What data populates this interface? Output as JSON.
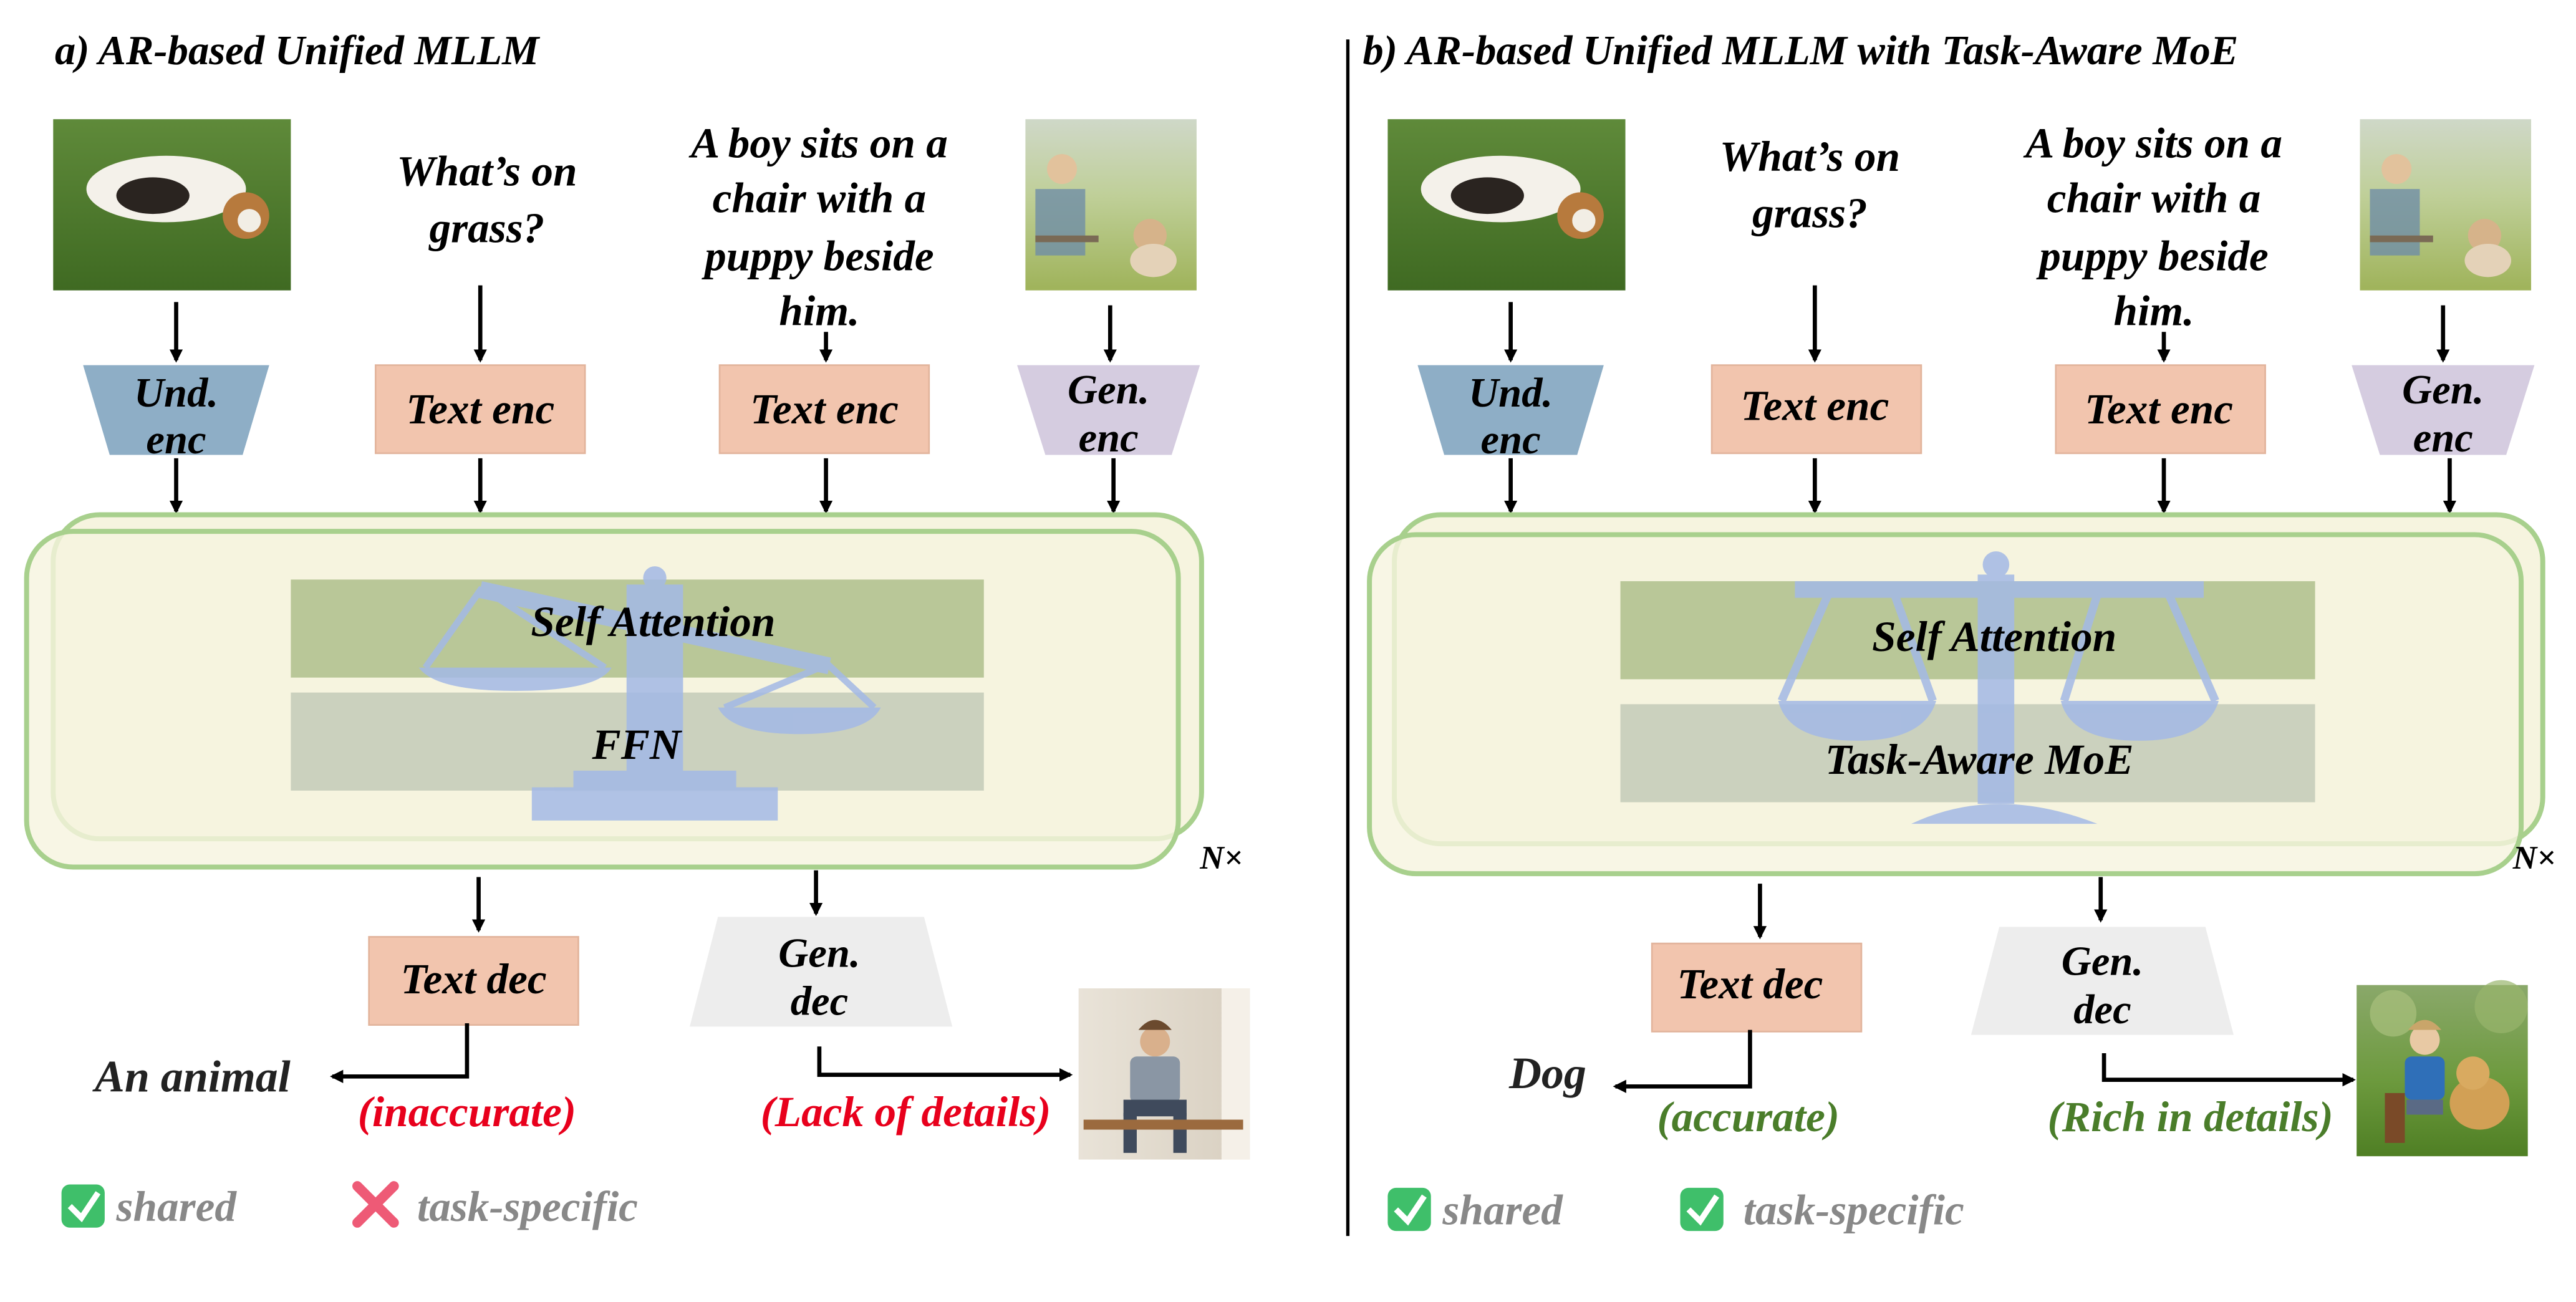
{
  "panel_a": {
    "title": "a) AR-based Unified  MLLM",
    "question": [
      "What’s on",
      "grass?"
    ],
    "prompt": [
      "A boy sits on a",
      "chair with a",
      "puppy beside",
      "him."
    ],
    "und_enc": [
      "Und.",
      "enc"
    ],
    "gen_enc": [
      "Gen.",
      "enc"
    ],
    "text_enc_1": "Text enc",
    "text_enc_2": "Text enc",
    "self_attention": "Self Attention",
    "ffn": "FFN",
    "repeat": "N×",
    "text_dec": "Text dec",
    "gen_dec": [
      "Gen.",
      "dec"
    ],
    "text_output": "An animal",
    "text_verdict": "(inaccurate)",
    "image_verdict": "(Lack of details)",
    "legend_shared": "shared",
    "legend_task": "task-specific"
  },
  "panel_b": {
    "title": "b) AR-based Unified  MLLM with Task-Aware MoE",
    "question": [
      "What’s on",
      "grass?"
    ],
    "prompt": [
      "A boy sits on a",
      "chair with a",
      "puppy beside",
      "him."
    ],
    "und_enc": [
      "Und.",
      "enc"
    ],
    "gen_enc": [
      "Gen.",
      "enc"
    ],
    "text_enc_1": "Text enc",
    "text_enc_2": "Text enc",
    "self_attention": "Self Attention",
    "moe": "Task-Aware MoE",
    "repeat": "N×",
    "text_dec": "Text dec",
    "gen_dec": [
      "Gen.",
      "dec"
    ],
    "text_output": "Dog",
    "text_verdict": "(accurate)",
    "image_verdict": "(Rich in details)",
    "legend_shared": "shared",
    "legend_task": "task-specific"
  },
  "colors": {
    "und_enc": "#8EAEC6",
    "gen_enc": "#D5CCE0",
    "text_box": "#F2C5AE",
    "gen_dec": "#EDEDED",
    "block_fill": "#F6F4DF",
    "block_border": "#A8D08D",
    "attention": "#B9C798",
    "ffn": "#CBD1BE",
    "scale": "#A3B9E6",
    "bad": "#E8001C",
    "good": "#4A7D2A",
    "legend_text": "#888888",
    "check": "#3FBF6A",
    "cross": "#EE5A76"
  }
}
